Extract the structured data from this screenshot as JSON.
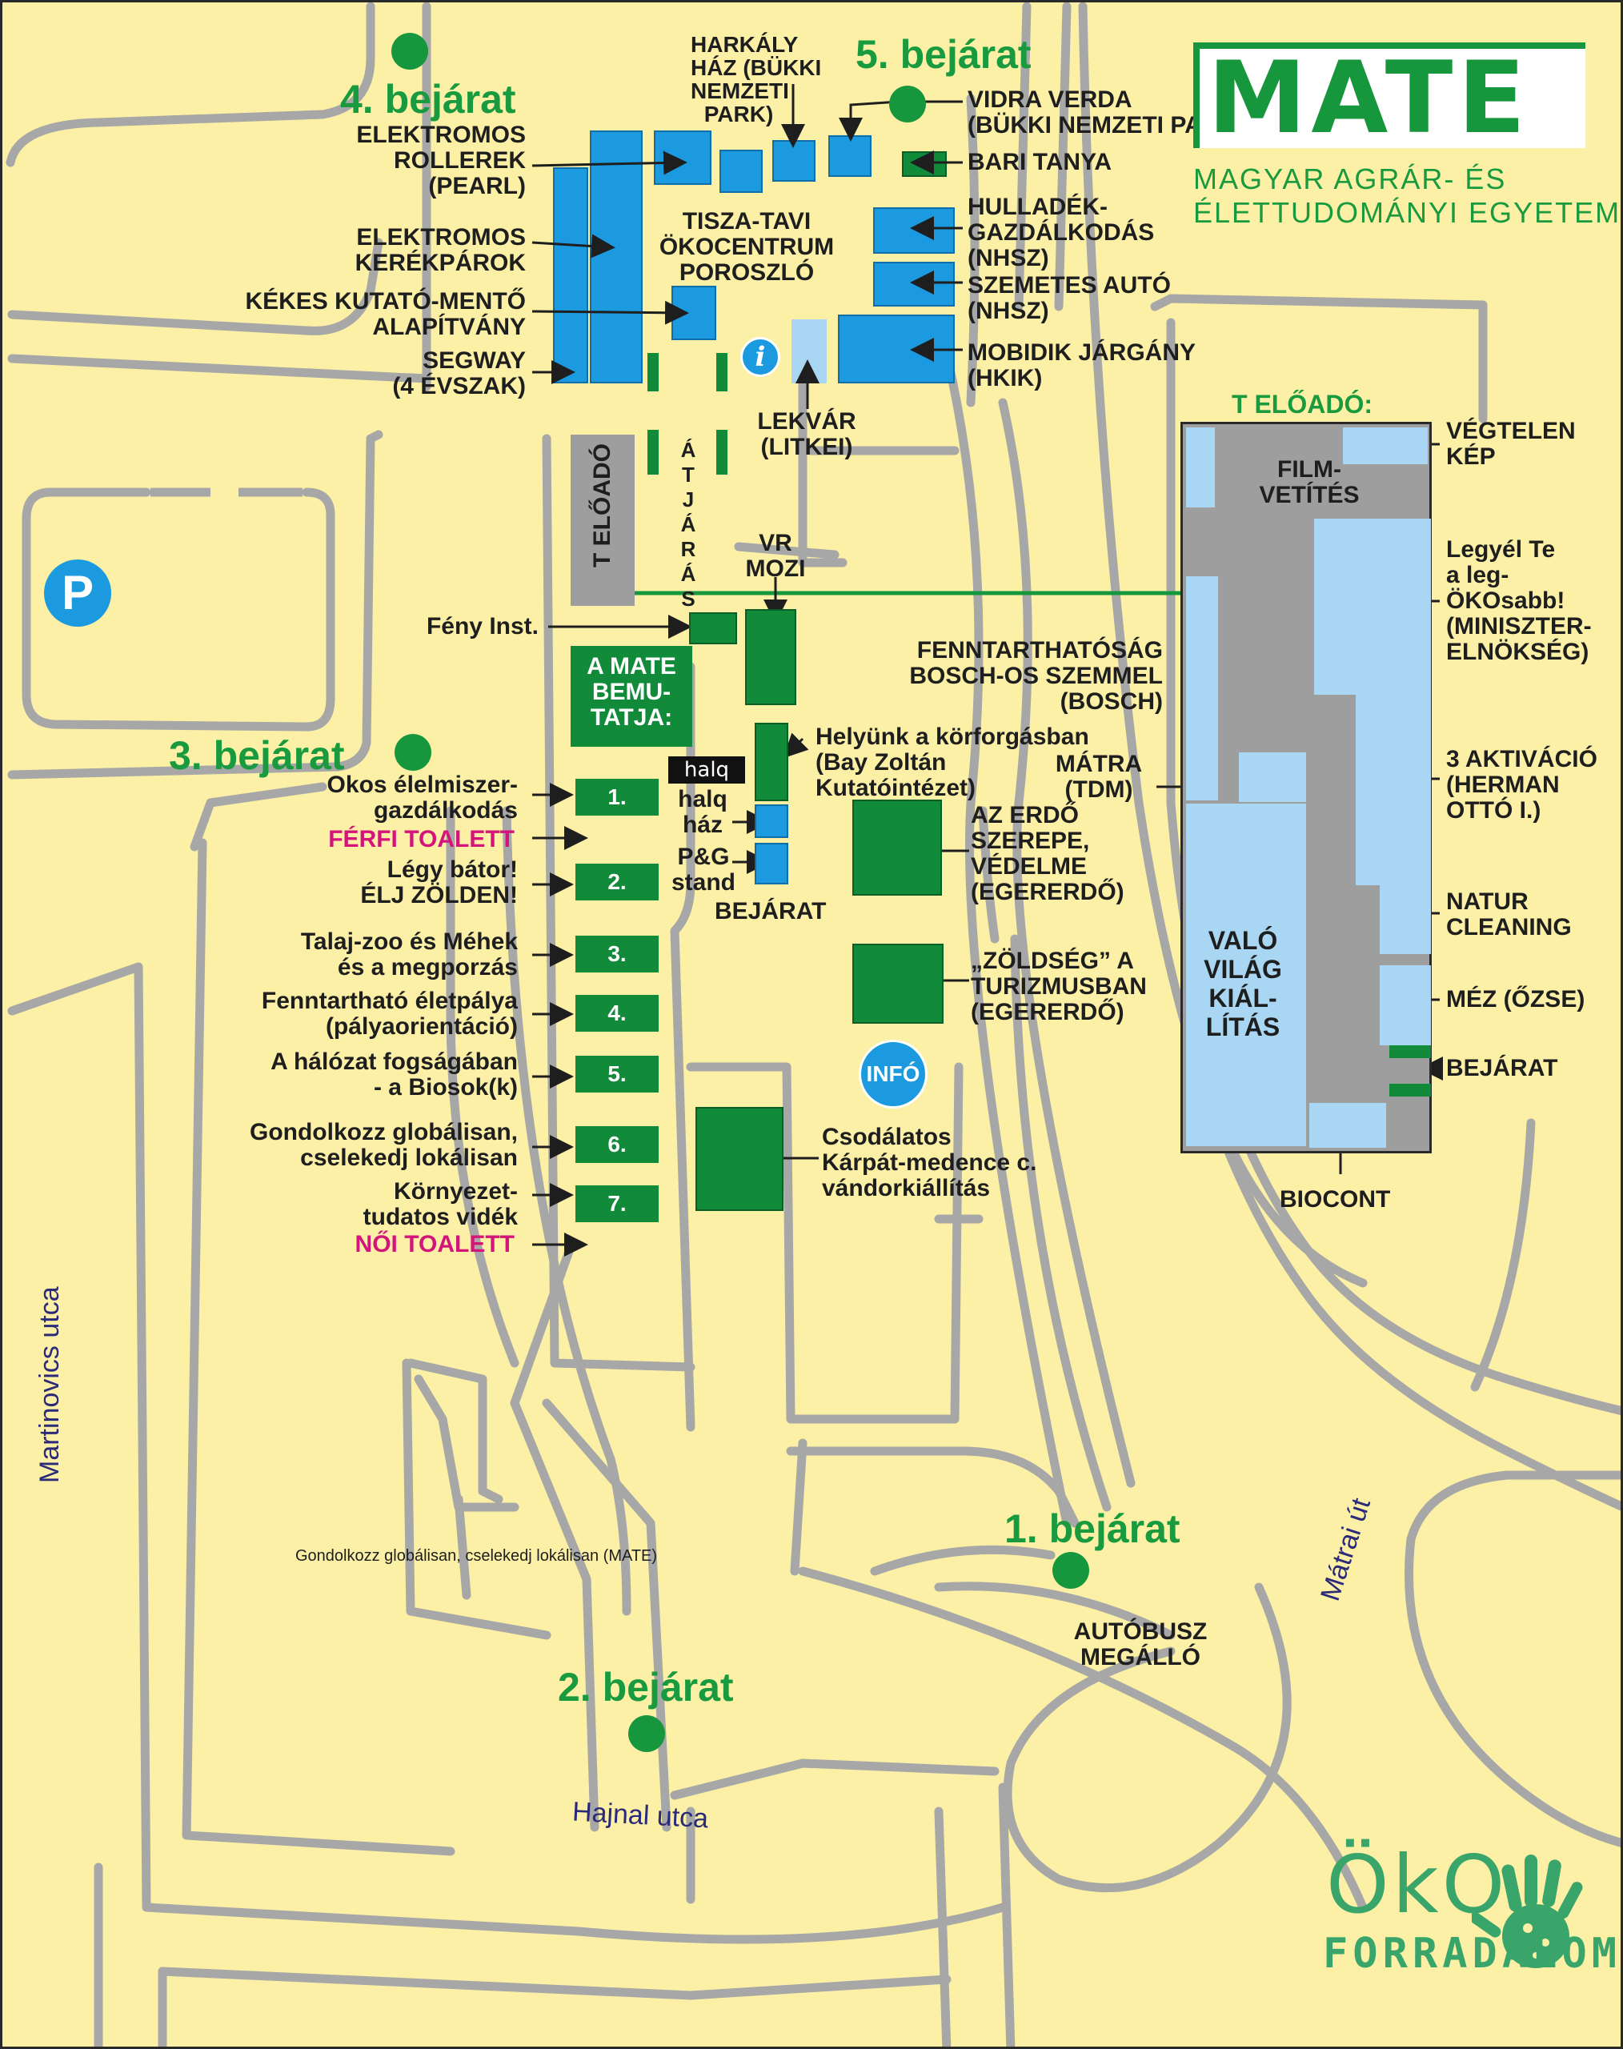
{
  "brand": {
    "logo_word": "MATE",
    "university_line1": "MAGYAR AGRÁR- ÉS",
    "university_line2": "ÉLETTUDOMÁNYI EGYETEM",
    "event_logo_word1": "ÖkO",
    "event_logo_word2": "FORRADALOM",
    "colors": {
      "green": "#118a3a",
      "blue": "#1b9ae0",
      "light_blue": "#a9d6f2",
      "background": "#fbf0a6",
      "road": "#a7a7a7",
      "pink": "#d4147a"
    }
  },
  "entrances": {
    "e1": "1. bejárat",
    "e2": "2. bejárat",
    "e3": "3. bejárat",
    "e4": "4. bejárat",
    "e5": "5. bejárat"
  },
  "streets": {
    "martinovics": "Martinovics utca",
    "hajnal": "Hajnal utca",
    "matrai": "Mátrai út"
  },
  "icons": {
    "parking": "P",
    "info_i": "i",
    "info_round": "INFÓ"
  },
  "top_area": {
    "harkaly": "HARKÁLY\nHÁZ (BÜKKI\nNEMZETI\nPARK)",
    "vidra": "VIDRA VERDA\n(BÜKKI NEMZETI PARK)",
    "bari": "BARI TANYA",
    "elektromos_rollerek": "ELEKTROMOS\nROLLEREK\n(PEARL)",
    "elektromos_kerekparok": "ELEKTROMOS\nKERÉKPÁROK",
    "tisza": "TISZA-TAVI\nÖKOCENTRUM\nPOROSZLÓ",
    "hulladek": "HULLADÉK-\nGAZDÁLKODÁS\n(NHSZ)",
    "szemetes": "SZEMETES AUTÓ\n(NHSZ)",
    "kekes": "KÉKES KUTATÓ-MENTŐ\nALAPÍTVÁNY",
    "segway": "SEGWAY\n(4 ÉVSZAK)",
    "mobidik": "MOBIDIK JÁRGÁNY\n(HKIK)",
    "lekvar": "LEKVÁR\n(LITKEI)"
  },
  "middle": {
    "t_eloado_vertical": "T ELŐADÓ",
    "atjaras": "ÁTJÁRÁS",
    "vr_mozi": "VR\nMOZI",
    "feny": "Fény Inst.",
    "mate_bemutatja": "A MATE\nBEMU-\nTATJA:",
    "halq_logo": "halq",
    "helyunk": "Helyünk a körforgásban\n(Bay Zoltán\nKutatóintézet)",
    "halq_haz": "halq\nház",
    "pg_stand": "P&G\nstand",
    "bejarat": "BEJÁRAT",
    "erdo": "AZ ERDŐ\nSZEREPE,\nVÉDELME\n(EGERERDŐ)",
    "zoldseg": "„ZÖLDSÉG” A\nTURIZMUSBAN\n(EGERERDŐ)",
    "csodalatos": "Csodálatos\nKárpát-medence c.\nvándorkiállítás",
    "fenntarthatosag": "FENNTARTHATÓSÁG\nBOSCH-OS SZEMMEL\n(BOSCH)",
    "matra_tdm": "MÁTRA\n(TDM)"
  },
  "mate_list": [
    {
      "num": "1.",
      "label": "Okos élelmiszer-\ngazdálkodás"
    },
    {
      "num": "2.",
      "label": "Légy bátor!\nÉLJ ZÖLDEN!"
    },
    {
      "num": "3.",
      "label": "Talaj-zoo és Méhek\nés a megporzás"
    },
    {
      "num": "4.",
      "label": "Fenntartható életpálya\n(pályaorientáció)"
    },
    {
      "num": "5.",
      "label": "A hálózat fogságában\n- a Biosok(k)"
    },
    {
      "num": "6.",
      "label": "Gondolkozz globálisan,\ncselekedj lokálisan"
    },
    {
      "num": "7.",
      "label": "Környezet-\ntudatos vidék"
    }
  ],
  "toilets": {
    "ferfi": "FÉRFI TOALETT",
    "noi": "NŐI TOALETT"
  },
  "right_hall": {
    "title": "T ELŐADÓ:",
    "film": "FILM-\nVETÍTÉS",
    "vegtelen": "VÉGTELEN\nKÉP",
    "legyel": "Legyél Te\na leg-\nÖKOsabb!\n(MINISZTER-\nELNÖKSÉG)",
    "aktivacio": "3 AKTIVÁCIÓ\n(HERMAN\nOTTÓ I.)",
    "valo": "VALÓ\nVILÁG\nKIÁL-\nLÍTÁS",
    "natur": "NATUR\nCLEANING",
    "mez": "MÉZ (ŐZSE)",
    "bejarat": "BEJÁRAT",
    "biocont": "BIOCONT"
  },
  "bottom": {
    "caption": "Gondolkozz globálisan, cselekedj lokálisan (MATE)",
    "autobusz": "AUTÓBUSZ\nMEGÁLLÓ"
  }
}
